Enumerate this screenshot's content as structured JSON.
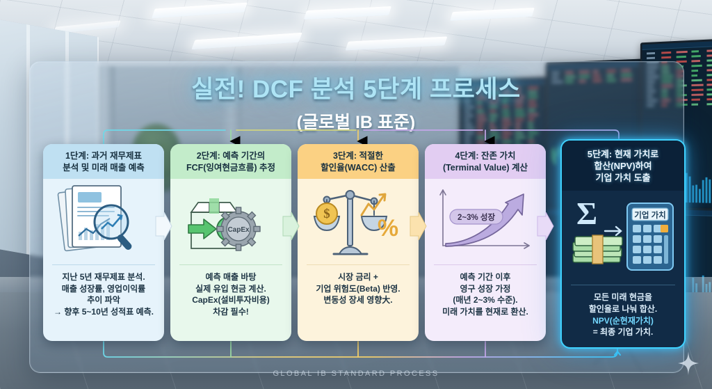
{
  "title": {
    "main": "실전! DCF 분석 5단계 프로세스",
    "sub": "(글로벌 IB 표준)"
  },
  "footer": "GLOBAL IB STANDARD PROCESS",
  "colors": {
    "title_glow": "#aee4f5",
    "card1": "#e6f3fb",
    "card1_head": "#bfe0f2",
    "card2": "#e8f8ec",
    "card2_head": "#c3ecca",
    "card3": "#fdf3dc",
    "card3_head": "#fbd183",
    "card4": "#f4ecfb",
    "card4_head": "#e2cdf2",
    "card5": "#112b46",
    "card5_border": "#3fd2ff",
    "connector_cyan": "#6fd8e8",
    "connector_green": "#9bd9a4",
    "connector_yellow": "#f2cf6a",
    "connector_purple": "#c3a7e8",
    "connector_blue": "#3fd2ff"
  },
  "steps": [
    {
      "id": "step-1",
      "head": "1단계: 과거 재무제표\n분석 및 미래 매출 예측",
      "icon": "documents-magnifier-icon",
      "desc_lines": [
        "지난 5년 재무제표 분석.",
        "매출 성장률, 영업이익률",
        "추이 파악",
        "→ 향후 5~10년 성적표 예측."
      ]
    },
    {
      "id": "step-2",
      "head": "2단계: 예측 기간의\nFCF(잉여현금흐름) 추정",
      "icon": "box-arrow-minus-gear-icon",
      "icon_label": "CapEx",
      "desc_lines": [
        "예측 매출 바탕",
        "실제 유입 현금 계산.",
        "CapEx(설비투자비용)",
        "차감 필수!"
      ]
    },
    {
      "id": "step-3",
      "head": "3단계: 적절한\n할인율(WACC) 산출",
      "icon": "balance-scale-percent-icon",
      "desc_lines": [
        "시장 금리 +",
        "기업 위험도(Beta) 반영.",
        "변동성 장세 영향大."
      ]
    },
    {
      "id": "step-4",
      "head": "4단계: 잔존 가치\n(Terminal Value) 계산",
      "icon": "growth-arrow-chart-icon",
      "icon_label": "2~3% 성장",
      "desc_lines": [
        "예측 기간 이후",
        "영구 성장 가정",
        "(매년 2~3% 수준).",
        "미래 가치를 현재로 환산."
      ]
    },
    {
      "id": "step-5",
      "head": "5단계: 현재 가치로\n합산(NPV)하여\n기업 가치 도출",
      "icon": "sigma-cash-calculator-icon",
      "icon_label": "기업 가치",
      "desc_lines": [
        "모든 미래 현금을",
        "할인율로 나눠 합산.",
        "NPV(순현재가치)",
        "= 최종 기업 가치."
      ]
    }
  ]
}
